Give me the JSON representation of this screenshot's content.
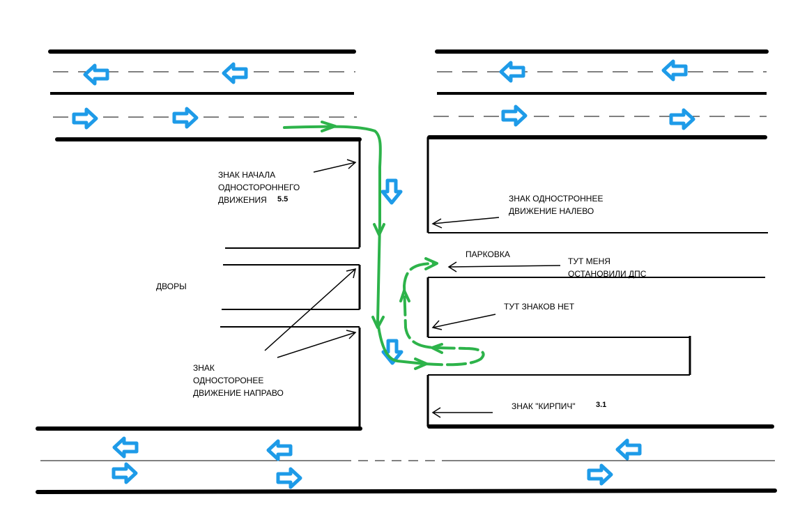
{
  "labels": {
    "start_sign_line1": "ЗНАК НАЧАЛА",
    "start_sign_line2": "ОДНОСТОРОННЕГО",
    "start_sign_line3": "ДВИЖЕНИЯ",
    "start_sign_number": "5.5",
    "left_sign_line1": "ЗНАК ОДНОСТРОННЕЕ",
    "left_sign_line2": "ДВИЖЕНИЕ НАЛЕВО",
    "parking": "ПАРКОВКА",
    "stopped_line1": "ТУТ МЕНЯ",
    "stopped_line2": "ОСТАНОВИЛИ ДПС",
    "no_signs": "ТУТ ЗНАКОВ НЕТ",
    "yards": "ДВОРЫ",
    "right_sign_line1": "ЗНАК",
    "right_sign_line2": "ОДНОСТОРОНЕЕ",
    "right_sign_line3": "ДВИЖЕНИЕ НАПРАВО",
    "brick_sign": "ЗНАК \"КИРПИЧ\"",
    "brick_sign_number": "3.1"
  },
  "colors": {
    "road_line": "#000000",
    "lane_arrow": "#1e9be8",
    "route": "#2db34a"
  },
  "icons": {
    "lane_arrow_left": "left-arrow-icon",
    "lane_arrow_right": "right-arrow-icon",
    "lane_arrow_down": "down-arrow-icon"
  }
}
